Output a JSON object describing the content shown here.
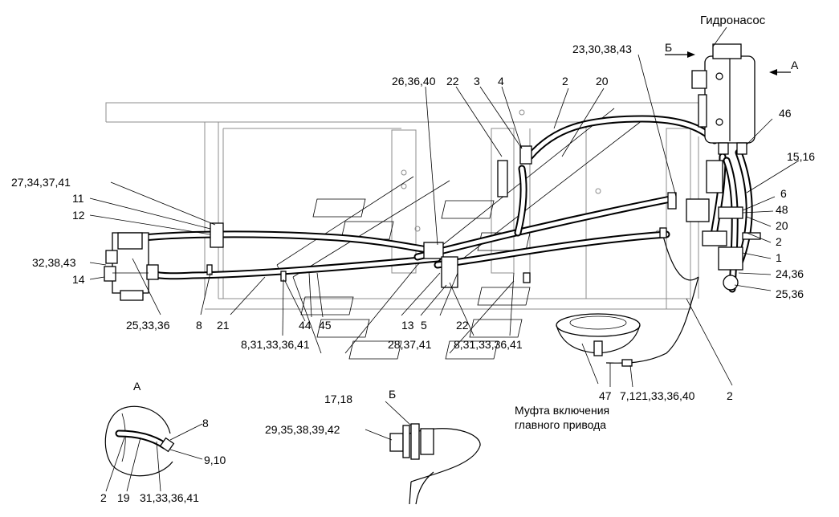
{
  "labels": {
    "hydronasos": "Гидронасос",
    "view_b_top": "Б",
    "view_a_top": "А",
    "l_23_30_38_43": "23,30,38,43",
    "l_26_36_40": "26,36,40",
    "l_22_top": "22",
    "l_3": "3",
    "l_4": "4",
    "l_2_top": "2",
    "l_20_top": "20",
    "l_46": "46",
    "l_15_16": "15,16",
    "l_6": "6",
    "l_48": "48",
    "l_20_right": "20",
    "l_2_right": "2",
    "l_1": "1",
    "l_24_36": "24,36",
    "l_25_36": "25,36",
    "l_27_34_37_41": "27,34,37,41",
    "l_11": "11",
    "l_12": "12",
    "l_32_38_43": "32,38,43",
    "l_14": "14",
    "l_25_33_36": "25,33,36",
    "l_8_bottom": "8",
    "l_21": "21",
    "l_44": "44",
    "l_45": "45",
    "l_8_31_33_36_41_a": "8,31,33,36,41",
    "l_13": "13",
    "l_5": "5",
    "l_22_bottom": "22",
    "l_28_37_41": "28,37,41",
    "l_8_31_33_36_41_b": "8,31,33,36,41",
    "l_47": "47",
    "l_7_121": "7,121,33,36,40",
    "l_2_bottom": "2",
    "clutch_line1": "Муфта включения",
    "clutch_line2": "главного привода",
    "view_a_title": "А",
    "view_b_title": "Б",
    "a_8": "8",
    "a_9_10": "9,10",
    "a_2": "2",
    "a_19": "19",
    "a_31_33_36_41": "31,33,36,41",
    "b_17_18": "17,18",
    "b_29_35": "29,35,38,39,42"
  }
}
